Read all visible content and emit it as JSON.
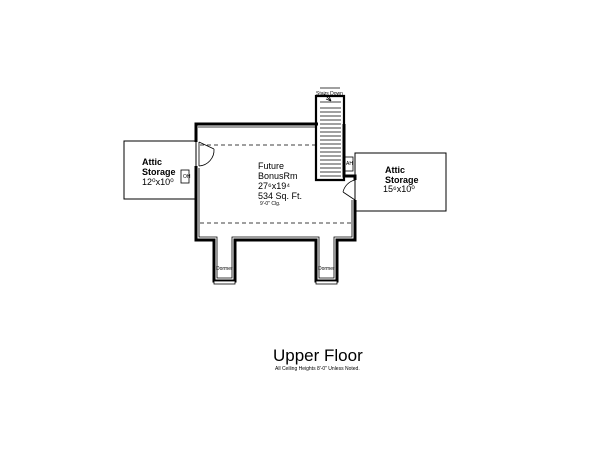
{
  "title": "Upper Floor",
  "subtitle": "All Ceiling Heights 8'-0\" Unless Noted.",
  "rooms": {
    "attic_left": {
      "line1": "Attic",
      "line2": "Storage",
      "dims": "12⁰x10⁰"
    },
    "bonus": {
      "line1": "Future",
      "line2": "BonusRm",
      "dims": "27⁶x19⁴",
      "area": "534 Sq. Ft.",
      "ceiling": "9'-0\" Clg."
    },
    "attic_right": {
      "line1": "Attic",
      "line2": "Storage",
      "dims": "15⁶x10⁰"
    }
  },
  "stairs_label": "Stairs Down",
  "dormer_left": "Dormer",
  "dormer_right": "Dormer",
  "small_labels": {
    "left_door": "OH",
    "right_door": "AH"
  },
  "colors": {
    "ink": "#000000",
    "background": "#ffffff"
  }
}
